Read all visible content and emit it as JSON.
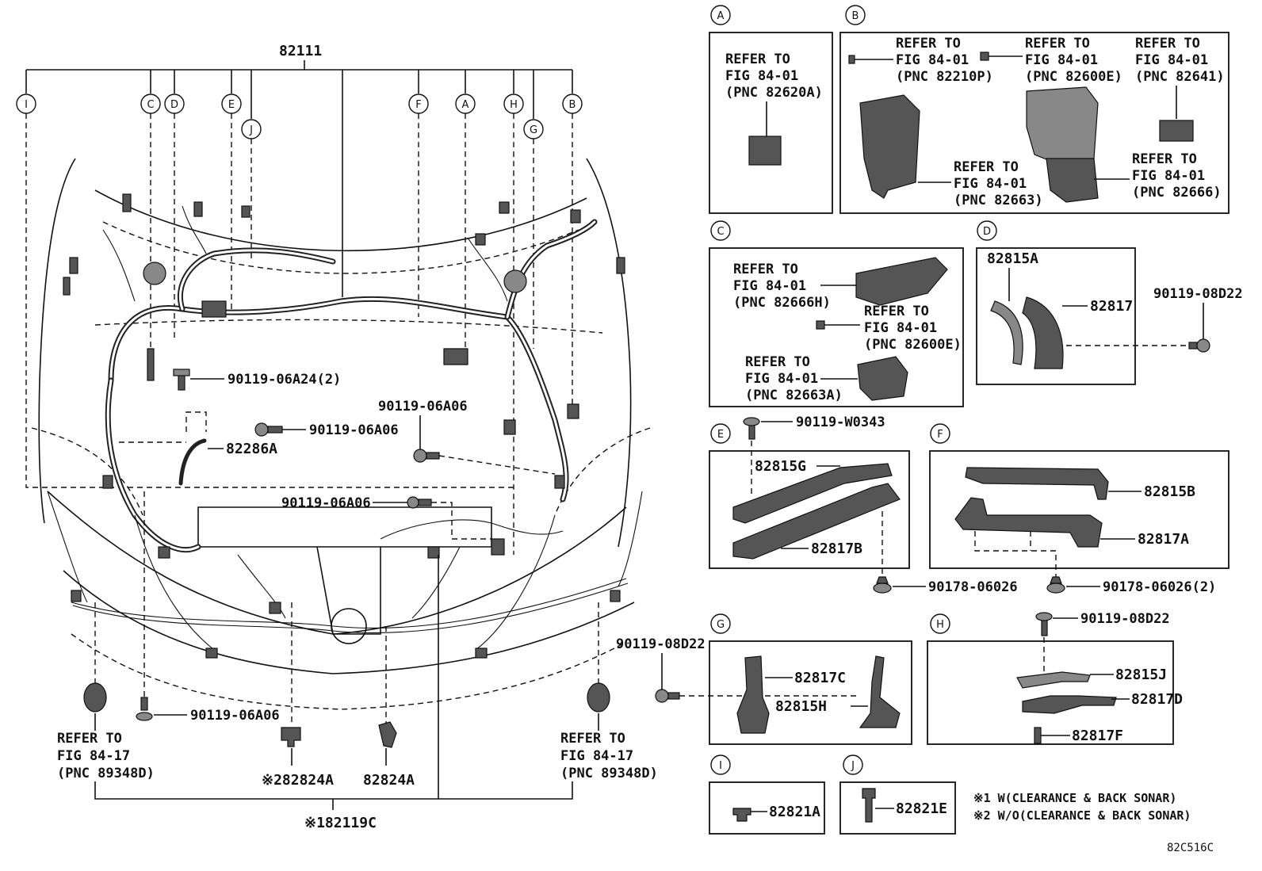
{
  "main": {
    "harness_top": "82111",
    "harness_bottom": "※182119C",
    "callouts": [
      "I",
      "C",
      "D",
      "E",
      "J",
      "F",
      "A",
      "H",
      "G",
      "B"
    ],
    "bolts": {
      "b1": "90119-06A24(2)",
      "b2": "90119-06A06",
      "b3": "90119-06A06",
      "b4": "90119-06A06",
      "b5": "90119-06A06"
    },
    "sensor": "82286A",
    "sonar1": "※282824A",
    "sonar2": "82824A",
    "refer_left": [
      "REFER TO",
      "FIG 84-17",
      "(PNC 89348D)"
    ],
    "refer_right": [
      "REFER TO",
      "FIG 84-17",
      "(PNC 89348D)"
    ]
  },
  "panels": {
    "A": {
      "letter": "A",
      "refer": [
        "REFER TO",
        "FIG 84-01",
        "(PNC 82620A)"
      ]
    },
    "B": {
      "letter": "B",
      "r1": [
        "REFER TO",
        "FIG 84-01",
        "(PNC 82210P)"
      ],
      "r2": [
        "REFER TO",
        "FIG 84-01",
        "(PNC 82600E)"
      ],
      "r3": [
        "REFER TO",
        "FIG 84-01",
        "(PNC 82641)"
      ],
      "r4": [
        "REFER TO",
        "FIG 84-01",
        "(PNC 82663)"
      ],
      "r5": [
        "REFER TO",
        "FIG 84-01",
        "(PNC 82666)"
      ]
    },
    "C": {
      "letter": "C",
      "r1": [
        "REFER TO",
        "FIG 84-01",
        "(PNC 82666H)"
      ],
      "r2": [
        "REFER TO",
        "FIG 84-01",
        "(PNC 82600E)"
      ],
      "r3": [
        "REFER TO",
        "FIG 84-01",
        "(PNC 82663A)"
      ]
    },
    "D": {
      "letter": "D",
      "p1": "82815A",
      "p2": "82817",
      "bolt": "90119-08D22"
    },
    "E": {
      "letter": "E",
      "p1": "82815G",
      "p2": "82817B",
      "bolt": "90119-W0343",
      "clip": "90178-06026"
    },
    "F": {
      "letter": "F",
      "p1": "82815B",
      "p2": "82817A",
      "clip": "90178-06026(2)"
    },
    "G": {
      "letter": "G",
      "p1": "82817C",
      "p2": "82815H",
      "bolt": "90119-08D22"
    },
    "H": {
      "letter": "H",
      "p1": "82815J",
      "p2": "82817D",
      "p3": "82817F",
      "bolt": "90119-08D22"
    },
    "I": {
      "letter": "I",
      "p1": "82821A"
    },
    "J": {
      "letter": "J",
      "p1": "82821E"
    }
  },
  "notes": {
    "n1": "※1 W(CLEARANCE & BACK SONAR)",
    "n2": "※2 W/O(CLEARANCE & BACK SONAR)"
  },
  "figure_code": "82C516C"
}
